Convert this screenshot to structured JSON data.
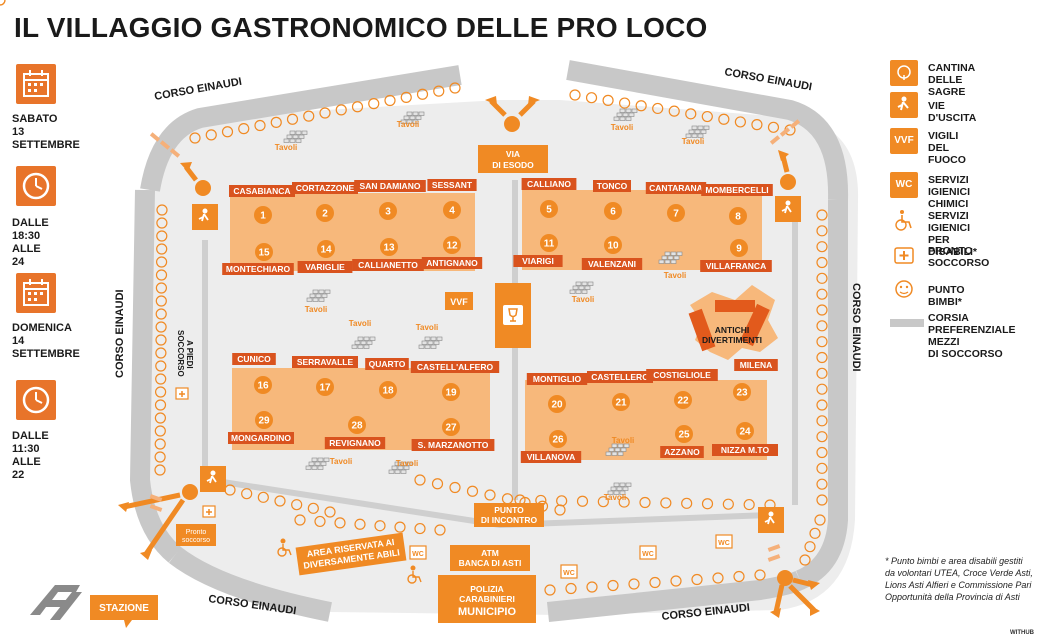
{
  "title": "IL VILLAGGIO GASTRONOMICO DELLE PRO LOCO",
  "schedule": [
    {
      "day": "SABATO",
      "date": "13 SETTEMBRE",
      "time_from": "DALLE 18:30",
      "time_to": "ALLE 24"
    },
    {
      "day": "DOMENICA 14",
      "date": "SETTEMBRE",
      "time_from": "DALLE 11:30",
      "time_to": "ALLE 22"
    }
  ],
  "roads": {
    "top_left": "CORSO EINAUDI",
    "top_right": "CORSO EINAUDI",
    "left": "CORSO EINAUDI",
    "right": "CORSO EINAUDI",
    "bottom_left": "CORSO EINAUDI",
    "bottom_right": "CORSO EINAUDI"
  },
  "labels": {
    "via_di_esodo": [
      "VIA",
      "DI ESODO"
    ],
    "vvf": "VVF",
    "tavoli": "Tavoli",
    "soccorso_a_piedi": [
      "SOCCORSO",
      "A PIEDI"
    ],
    "pronto_soccorso": [
      "Pronto",
      "soccorso"
    ],
    "antichi_divertimenti": [
      "ANTICHI",
      "DIVERTIMENTI"
    ],
    "punto_di_incontro": [
      "PUNTO",
      "DI INCONTRO"
    ],
    "area_riservata": [
      "AREA RISERVATA AI",
      "DIVERSAMENTE ABILI"
    ],
    "atm": [
      "ATM",
      "BANCA DI ASTI"
    ],
    "polizia": [
      "POLIZIA",
      "CARABINIERI",
      "MUNICIPIO"
    ],
    "wc": "WC",
    "stazione": "STAZIONE"
  },
  "stands": [
    {
      "n": "1",
      "name": "CASABIANCA"
    },
    {
      "n": "2",
      "name": "CORTAZZONE"
    },
    {
      "n": "3",
      "name": "SAN DAMIANO"
    },
    {
      "n": "4",
      "name": "SESSANT"
    },
    {
      "n": "5",
      "name": "CALLIANO"
    },
    {
      "n": "6",
      "name": "TONCO"
    },
    {
      "n": "7",
      "name": "CANTARANA"
    },
    {
      "n": "8",
      "name": "MOMBERCELLI"
    },
    {
      "n": "9",
      "name": "VILLAFRANCA"
    },
    {
      "n": "10",
      "name": "VALENZANI"
    },
    {
      "n": "11",
      "name": "VIARIGI"
    },
    {
      "n": "12",
      "name": "ANTIGNANO"
    },
    {
      "n": "13",
      "name": "CALLIANETTO"
    },
    {
      "n": "14",
      "name": "VARIGLIE"
    },
    {
      "n": "15",
      "name": "MONTECHIARO"
    },
    {
      "n": "16",
      "name": "CUNICO"
    },
    {
      "n": "17",
      "name": "SERRAVALLE"
    },
    {
      "n": "18",
      "name": "QUARTO"
    },
    {
      "n": "19",
      "name": "CASTELL'ALFERO"
    },
    {
      "n": "20",
      "name": "MONTIGLIO"
    },
    {
      "n": "21",
      "name": "CASTELLERO"
    },
    {
      "n": "22",
      "name": "COSTIGLIOLE"
    },
    {
      "n": "23",
      "name": "MILENA"
    },
    {
      "n": "24",
      "name": "NIZZA M.TO"
    },
    {
      "n": "25",
      "name": "AZZANO"
    },
    {
      "n": "26",
      "name": "VILLANOVA"
    },
    {
      "n": "27",
      "name": "S. MARZANOTTO"
    },
    {
      "n": "28",
      "name": "REVIGNANO"
    },
    {
      "n": "29",
      "name": "MONGARDINO"
    }
  ],
  "legend": [
    {
      "icon": "wine-glass-icon",
      "glyph": "",
      "lines": [
        "CANTINA",
        "DELLE SAGRE"
      ]
    },
    {
      "icon": "exit-icon",
      "glyph": "",
      "lines": [
        "VIE D'USCITA"
      ]
    },
    {
      "icon": "vvf-icon",
      "glyph": "VVF",
      "lines": [
        "VIGILI",
        "DEL FUOCO"
      ]
    },
    {
      "icon": "wc-icon",
      "glyph": "WC",
      "lines": [
        "SERVIZI IGIENICI",
        "CHIMICI"
      ]
    },
    {
      "icon": "wheelchair-icon",
      "glyph": "",
      "lines": [
        "SERVIZI IGIENICI",
        "PER DISABILI*"
      ]
    },
    {
      "icon": "first-aid-icon",
      "glyph": "",
      "lines": [
        "PRONTO",
        "SOCCORSO"
      ]
    },
    {
      "icon": "baby-bottle-icon",
      "glyph": "",
      "lines": [
        "PUNTO BIMBI*"
      ]
    },
    {
      "icon": "lane-icon",
      "glyph": "",
      "lines": [
        "CORSIA",
        "PREFERENZIALE",
        "MEZZI",
        "DI SOCCORSO"
      ]
    }
  ],
  "footnote": "* Punto bimbi e area disabili gestiti da volontari UTEA, Croce Verde Asti, Lions Asti Alfieri e Commissione Pari Opportunità della Provincia di Asti",
  "credit": "WITHUB",
  "colors": {
    "orange": "#f08a24",
    "dark_orange": "#d9531e",
    "block": "#f7b87b",
    "road": "#c9c9c9",
    "ground": "#ededed"
  }
}
